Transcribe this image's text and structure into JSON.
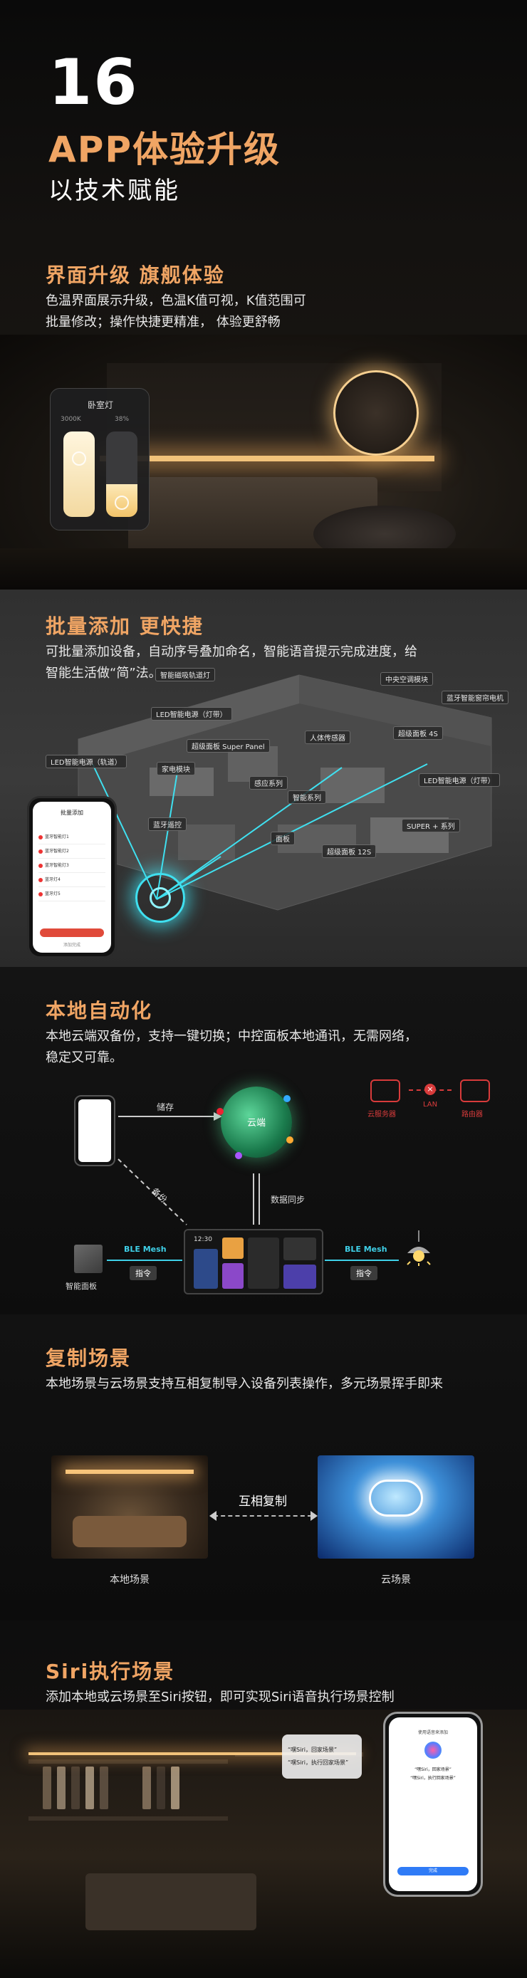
{
  "hero": {
    "number": "16",
    "title": "APP体验升级",
    "subtitle": "以技术赋能"
  },
  "ui_upgrade": {
    "title": "界面升级  旗舰体验",
    "desc_line1": "色温界面展示升级，色温K值可视，K值范围可",
    "desc_line2": "批量修改；操作快捷更精准，  体验更舒畅",
    "card_title": "卧室灯",
    "card_k": "3000K",
    "card_pct": "38%",
    "card_brightness_fraction": 0.38
  },
  "batch": {
    "title": "批量添加  更快捷",
    "desc_line1": "可批量添加设备，自动序号叠加命名，智能语音提示完成进度，给",
    "desc_line2": "智能生活做“简”法。",
    "device_tags": [
      "智能磁吸轨道灯",
      "LED智能电源（灯带）",
      "超级面板 Super Panel",
      "感应系列",
      "中央空调模块",
      "蓝牙智能窗帘电机",
      "人体传感器",
      "超级面板 4S",
      "LED智能电源（轨道）",
      "家电模块",
      "智能系列",
      "LED智能电源（灯带）",
      "蓝牙遥控",
      "SUPER + 系列",
      "面板",
      "超级面板 12S"
    ],
    "phone": {
      "title": "批量添加",
      "rows": [
        "蓝牙智能灯1",
        "蓝牙智能灯2",
        "蓝牙智能灯3",
        "蓝牙灯4",
        "蓝牙灯5"
      ],
      "footer": "添加完成"
    }
  },
  "local_auto": {
    "title": "本地自动化",
    "desc_line1": "本地云端双备份，支持一键切换；中控面板本地通讯，无需网络，",
    "desc_line2": "稳定又可靠。",
    "store_label": "储存",
    "backup_label": "备份",
    "cloud_label": "云端",
    "sync_label": "数据同步",
    "cloud_service": "云服务器",
    "lan_label": "LAN",
    "router_label": "路由器",
    "ble_left": "BLE Mesh",
    "cmd_left": "指令",
    "ble_right": "BLE Mesh",
    "cmd_right": "指令",
    "switch_label": "智能面板",
    "panel_time": "12:30"
  },
  "copy_scene": {
    "title": "复制场景",
    "desc": "本地场景与云场景支持互相复制导入设备列表操作，多元场景挥手即来",
    "mutual": "互相复制",
    "local_caption": "本地场景",
    "cloud_caption": "云场景"
  },
  "siri": {
    "title": "Siri执行场景",
    "desc": "添加本地或云场景至Siri按钮，即可实现Siri语音执行场景控制",
    "bubble_line1": "“嘿Siri，回家场景”",
    "bubble_line2": "“嘿Siri，执行回家场景”",
    "phone_top": "使用语音来添加",
    "phone_line1": "“嘿Siri，回家场景”",
    "phone_line2": "“嘿Siri，执行回家场景”",
    "phone_btn": "完成"
  },
  "colors": {
    "accent": "#f0a564",
    "cyan": "#3fe0f0",
    "red": "#d83b3b"
  }
}
